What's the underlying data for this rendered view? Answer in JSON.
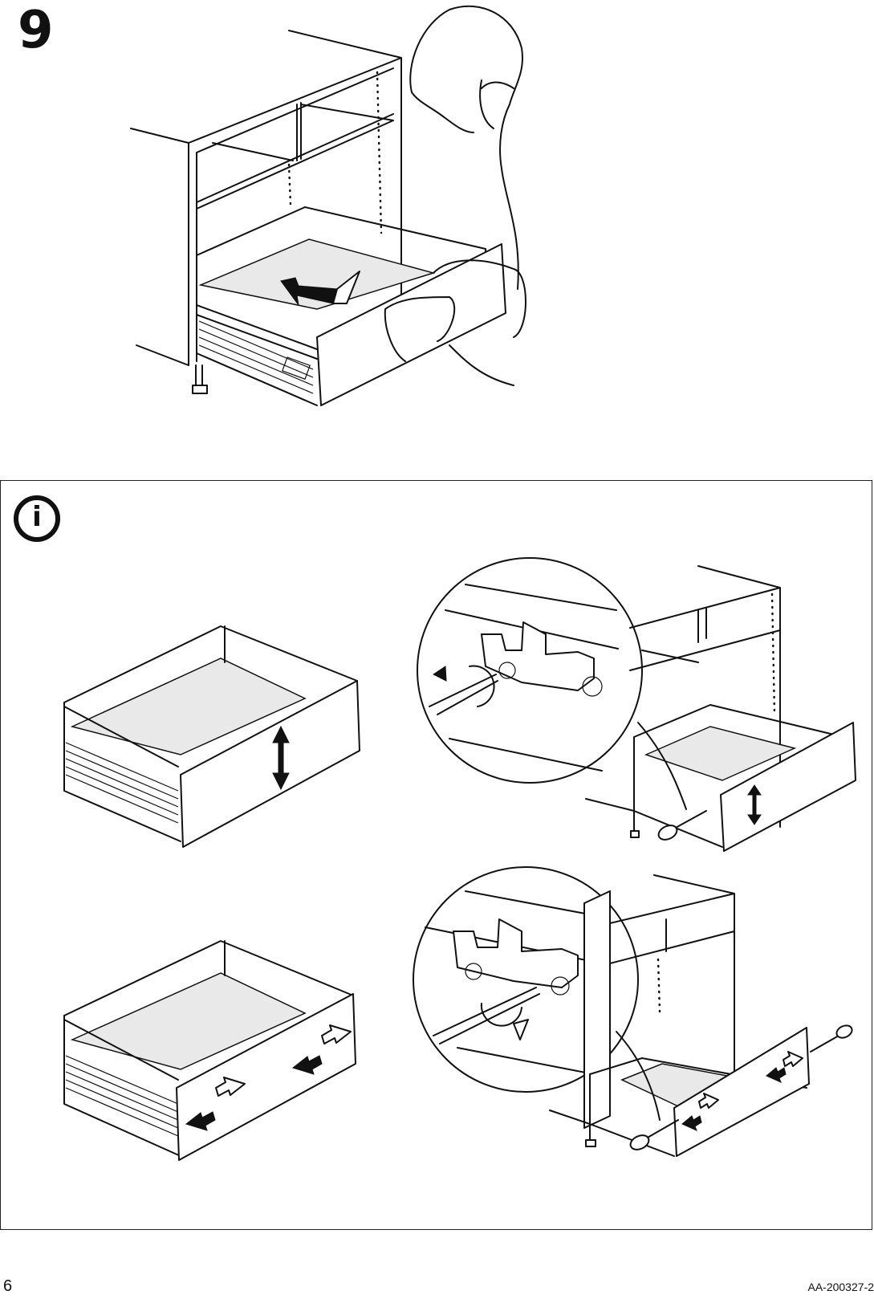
{
  "step": {
    "number": "9"
  },
  "info_icon": {
    "glyph": "i",
    "icon": "info-icon"
  },
  "footer": {
    "page_number": "6",
    "doc_code": "AA-200327-2"
  },
  "colors": {
    "ink": "#111111",
    "paper": "#ffffff",
    "panel_fill": "#e9e9e9"
  }
}
